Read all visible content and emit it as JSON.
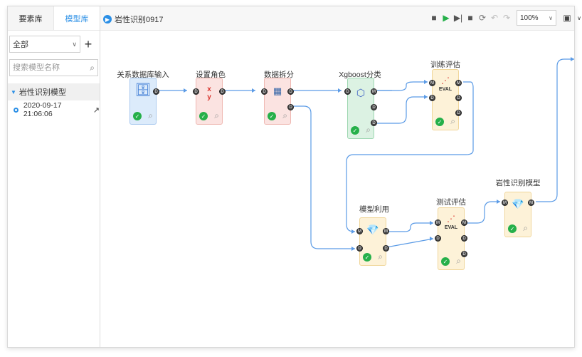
{
  "left_panel": {
    "tabs": [
      "要素库",
      "模型库"
    ],
    "filter_value": "全部",
    "add_label": "+",
    "search_placeholder": "搜索模型名称",
    "tree_group": "岩性识别模型",
    "tree_item": "2020-09-17 21:06:06"
  },
  "topbar": {
    "title": "岩性识别0917",
    "zoom": "100%"
  },
  "nodes": {
    "input": "关系数据库输入",
    "role": "设置角色",
    "split": "数据拆分",
    "xgb": "Xgboost分类",
    "train_eval": "训练评估",
    "apply": "模型利用",
    "test_eval": "测试评估",
    "save_model": "岩性识别模型"
  },
  "ports": {
    "d": "D",
    "m": "M",
    "eval": "EVAL"
  },
  "colors": {
    "accent": "#2b8fe6",
    "edge": "#5b9be6",
    "ok": "#26b04a"
  },
  "icons": [
    "save-icon",
    "run-icon",
    "step-run-icon",
    "stop-icon",
    "refresh-icon",
    "undo-icon",
    "redo-icon",
    "screenshot-icon",
    "settings-icon",
    "search-icon",
    "external-link-icon",
    "database-icon",
    "xy-role-icon",
    "table-split-icon",
    "tree-network-icon",
    "eval-chart-icon",
    "gem-icon",
    "checkmark-icon",
    "magnifier-icon"
  ]
}
